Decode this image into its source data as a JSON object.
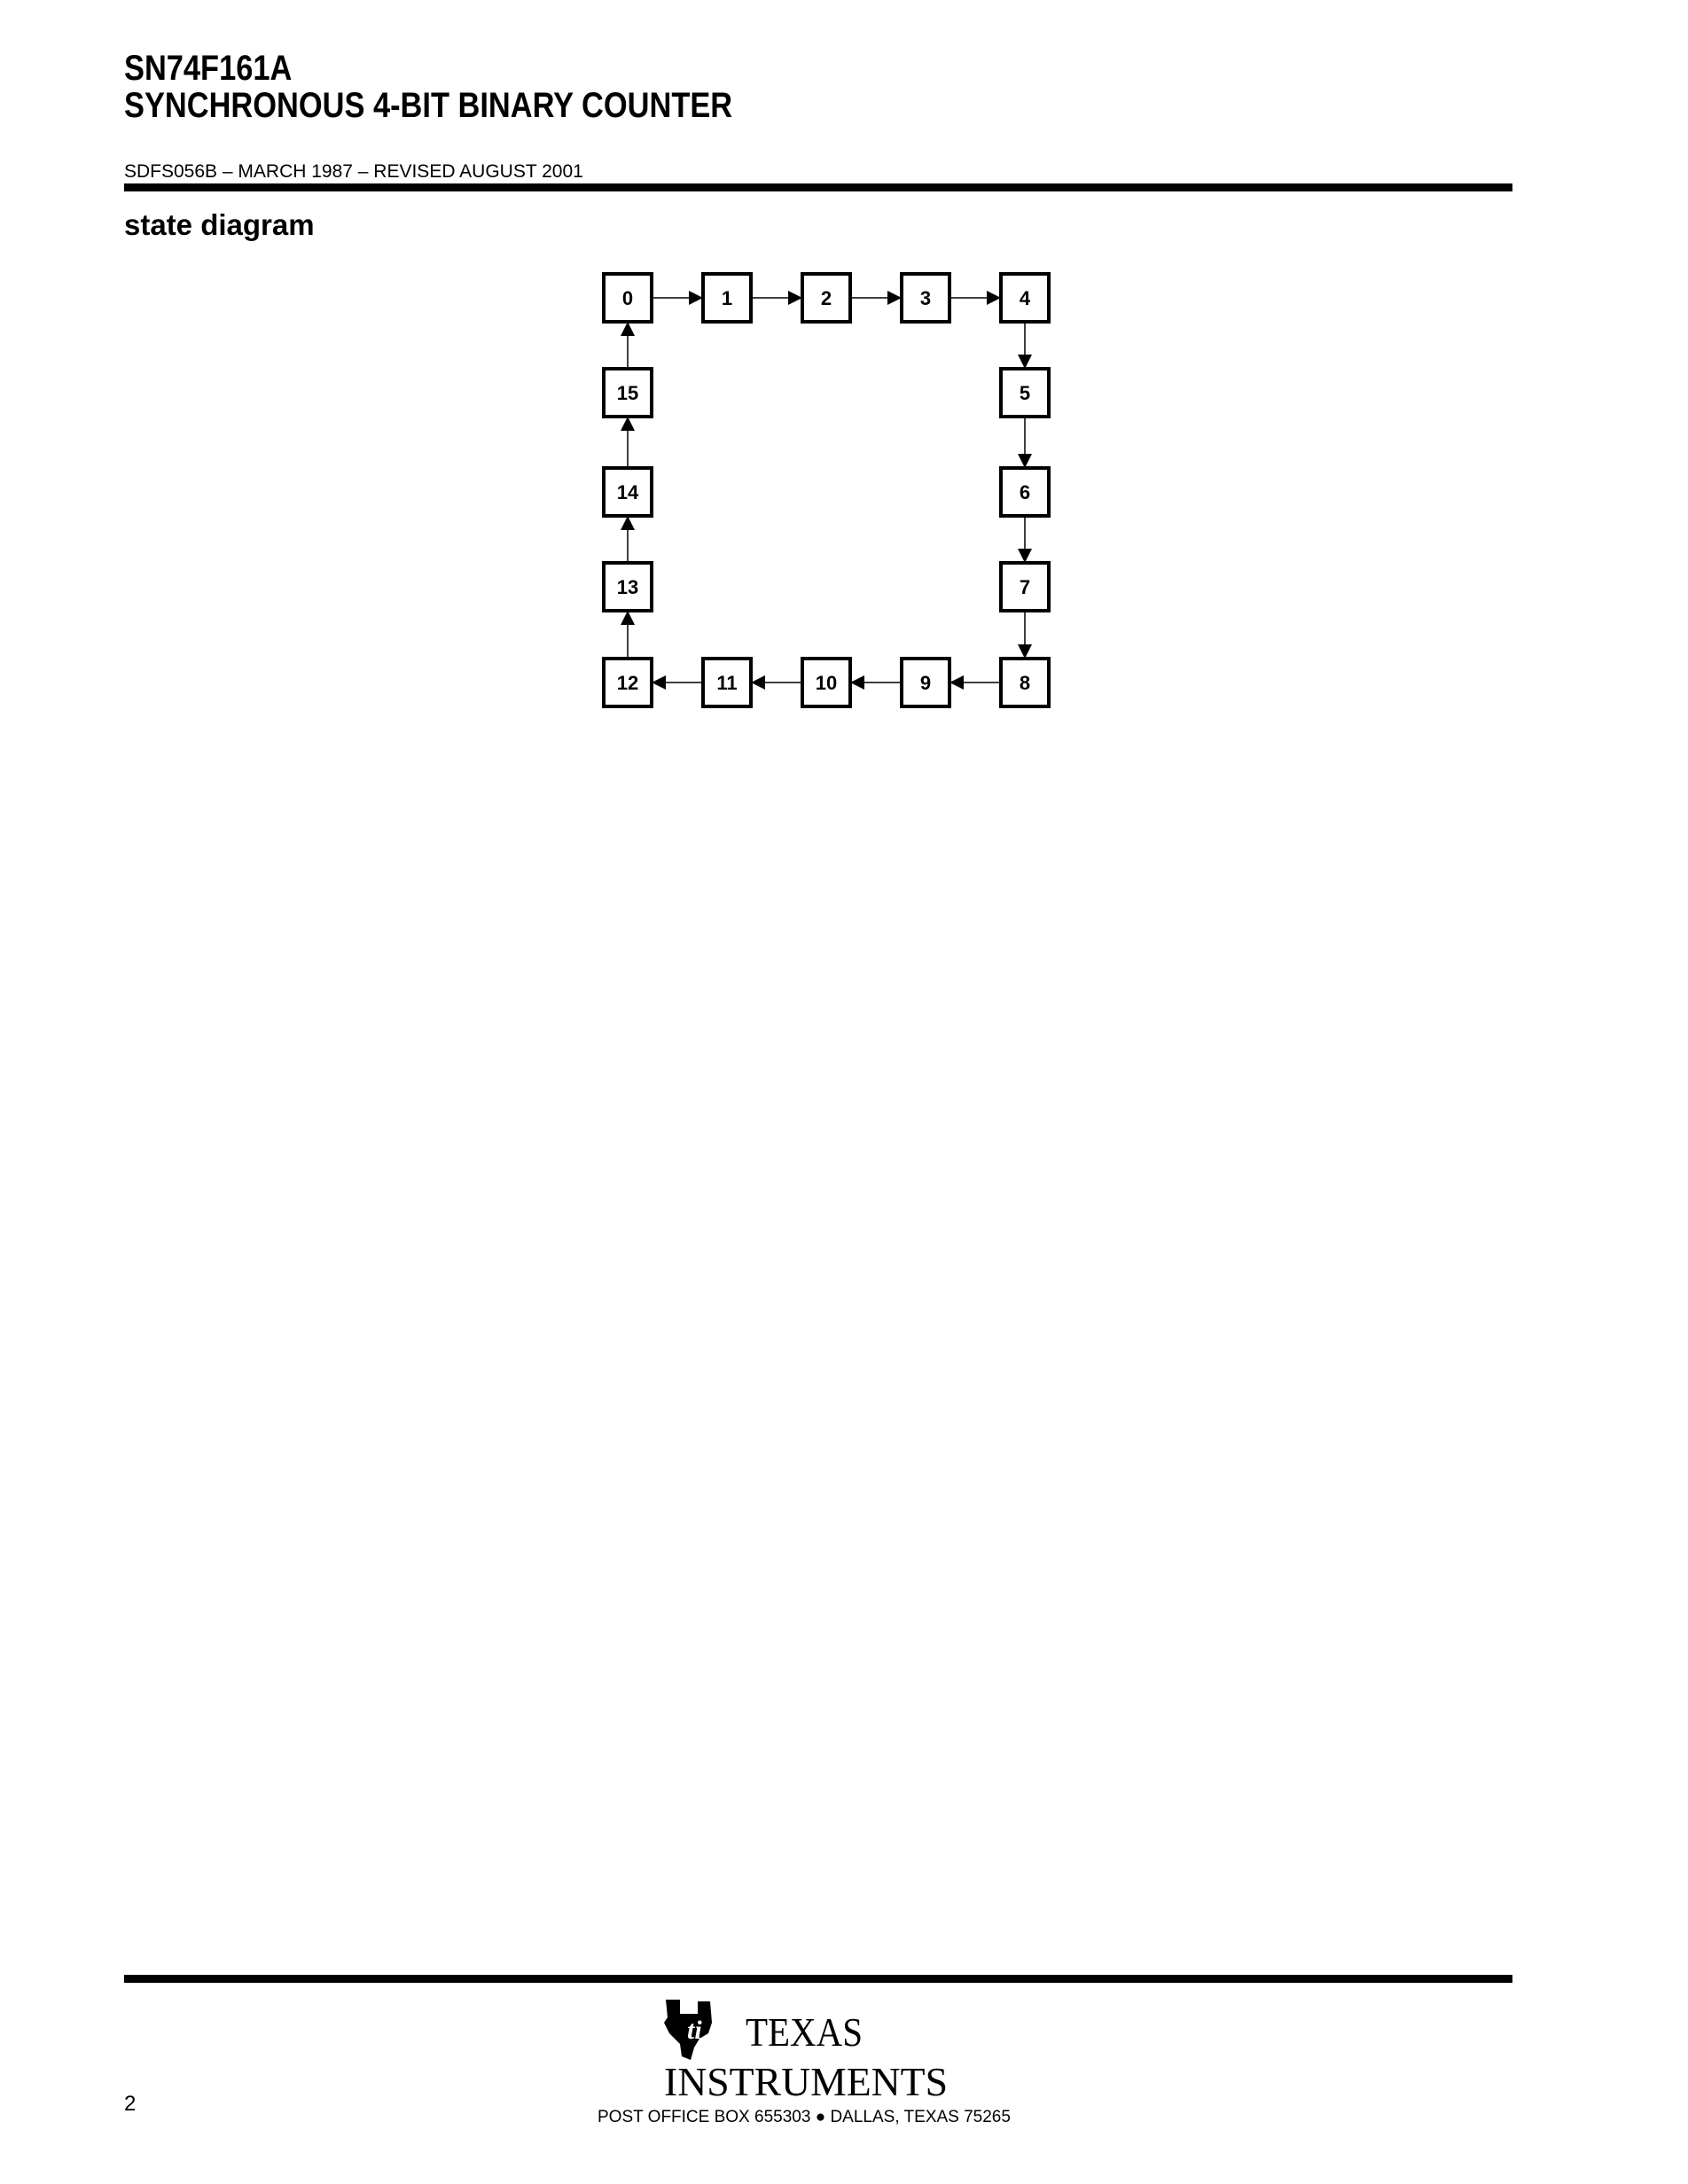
{
  "header": {
    "part_number": "SN74F161A",
    "title": "SYNCHRONOUS 4-BIT BINARY COUNTER",
    "revision": "SDFS056B – MARCH 1987 – REVISED AUGUST 2001"
  },
  "section": {
    "heading": "state diagram"
  },
  "diagram": {
    "states": [
      "0",
      "1",
      "2",
      "3",
      "4",
      "5",
      "6",
      "7",
      "8",
      "9",
      "10",
      "11",
      "12",
      "13",
      "14",
      "15"
    ],
    "transitions": [
      [
        "0",
        "1"
      ],
      [
        "1",
        "2"
      ],
      [
        "2",
        "3"
      ],
      [
        "3",
        "4"
      ],
      [
        "4",
        "5"
      ],
      [
        "5",
        "6"
      ],
      [
        "6",
        "7"
      ],
      [
        "7",
        "8"
      ],
      [
        "8",
        "9"
      ],
      [
        "9",
        "10"
      ],
      [
        "10",
        "11"
      ],
      [
        "11",
        "12"
      ],
      [
        "12",
        "13"
      ],
      [
        "13",
        "14"
      ],
      [
        "14",
        "15"
      ],
      [
        "15",
        "0"
      ]
    ]
  },
  "footer": {
    "page_number": "2",
    "logo_line1": "TEXAS",
    "logo_line2": "INSTRUMENTS",
    "address": "POST OFFICE BOX 655303 ● DALLAS, TEXAS 75265"
  }
}
